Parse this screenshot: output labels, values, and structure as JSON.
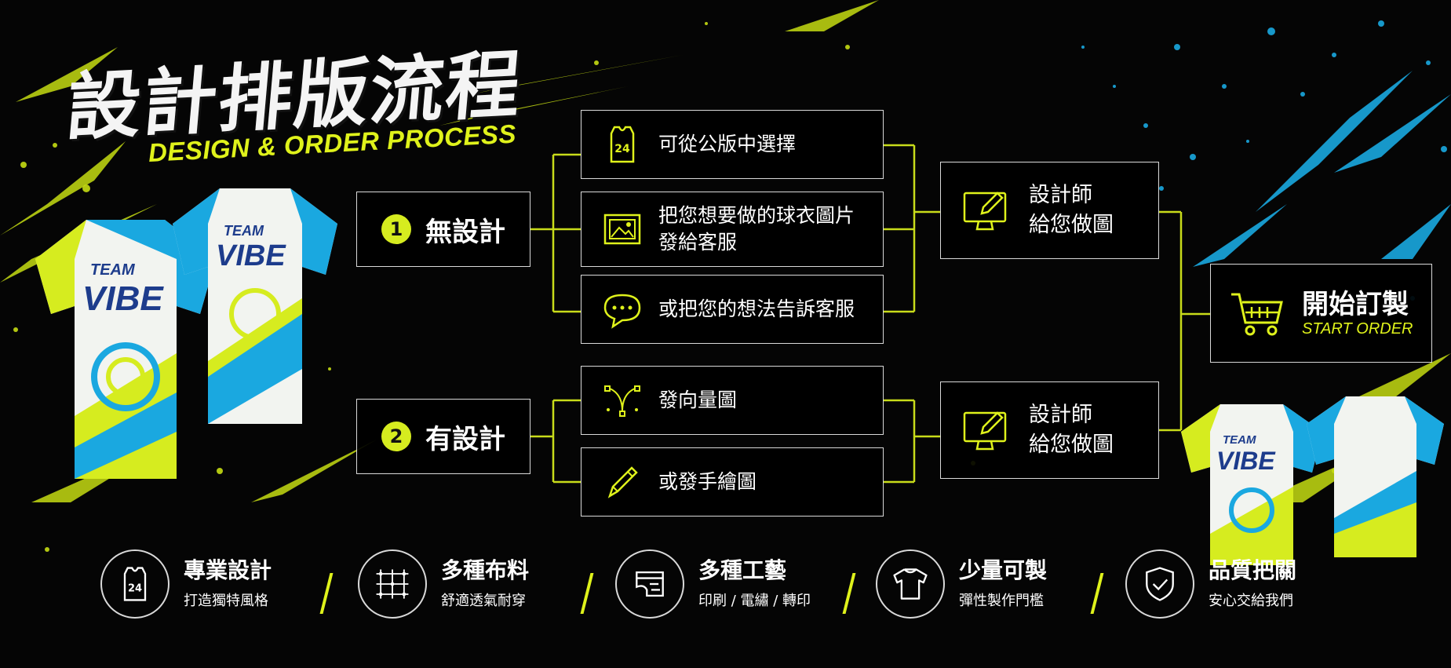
{
  "title": {
    "zh": "設計排版流程",
    "en": "DESIGN & ORDER PROCESS"
  },
  "colors": {
    "accent_yellow": "#dff21b",
    "accent_blue": "#1aa8e0",
    "background": "#050505",
    "line": "#d9d9d9"
  },
  "jersey": {
    "line1": "TEAM",
    "line2": "VIBE"
  },
  "categories": [
    {
      "num": "1",
      "label": "無設計"
    },
    {
      "num": "2",
      "label": "有設計"
    }
  ],
  "options": [
    {
      "icon": "jersey-24-icon",
      "text": "可從公版中選擇",
      "number": "24"
    },
    {
      "icon": "image-icon",
      "text": "把您想要做的球衣圖片\n發給客服"
    },
    {
      "icon": "chat-bubble-icon",
      "text": "或把您的想法告訴客服"
    },
    {
      "icon": "vector-path-icon",
      "text": "發向量圖"
    },
    {
      "icon": "pencil-icon",
      "text": "或發手繪圖"
    }
  ],
  "designer": [
    {
      "icon": "monitor-pen-icon",
      "text": "設計師\n給您做圖"
    },
    {
      "icon": "monitor-pen-icon",
      "text": "設計師\n給您做圖"
    }
  ],
  "start_order": {
    "icon": "shopping-cart-icon",
    "zh": "開始訂製",
    "en": "START ORDER"
  },
  "features": [
    {
      "icon": "jersey-24-icon",
      "title": "專業設計",
      "sub": "打造獨特風格",
      "number": "24"
    },
    {
      "icon": "fabric-weave-icon",
      "title": "多種布料",
      "sub": "舒適透氣耐穿"
    },
    {
      "icon": "printer-icon",
      "title": "多種工藝",
      "sub": "印刷 / 電繡 / 轉印"
    },
    {
      "icon": "tshirt-icon",
      "title": "少量可製",
      "sub": "彈性製作門檻"
    },
    {
      "icon": "shield-check-icon",
      "title": "品質把關",
      "sub": "安心交給我們"
    }
  ]
}
